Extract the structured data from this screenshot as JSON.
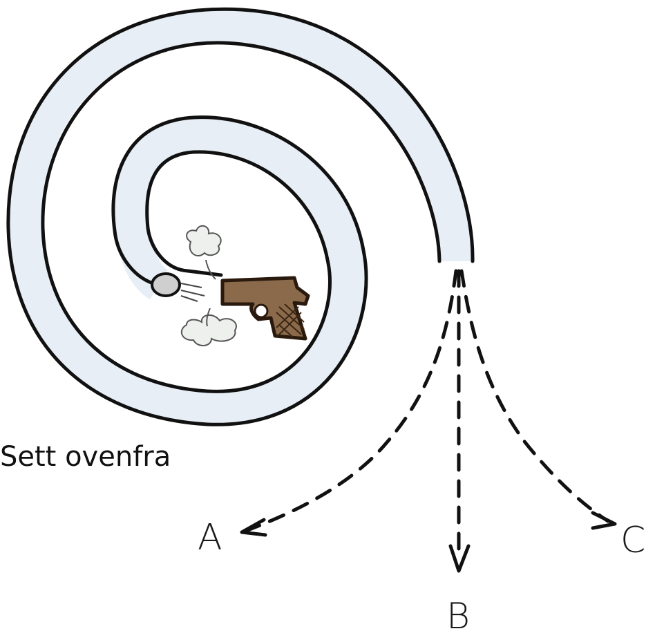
{
  "caption": "Sett ovenfra",
  "paths": [
    {
      "id": "A",
      "label": "A"
    },
    {
      "id": "B",
      "label": "B"
    },
    {
      "id": "C",
      "label": "C"
    }
  ],
  "colors": {
    "ink": "#111111",
    "tube_fill": "#e8eef6",
    "gun_body": "#8a6a4a",
    "gun_outline": "#2a1a0e"
  }
}
